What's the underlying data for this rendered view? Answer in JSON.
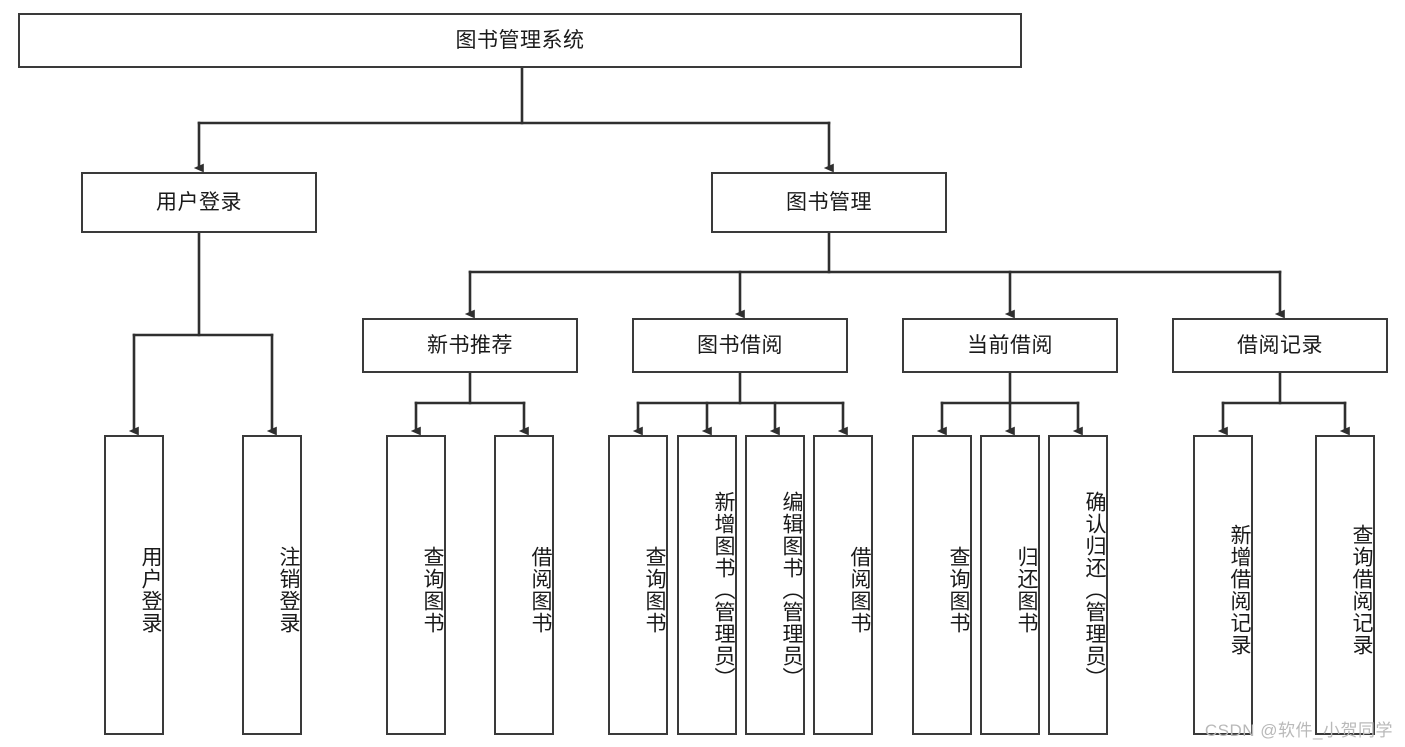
{
  "diagram": {
    "title": "图书管理系统",
    "type": "tree-hierarchy",
    "watermark": "CSDN @软件_小贺同学",
    "colors": {
      "box_border": "#3a3a3a",
      "box_fill": "#ffffff",
      "edge": "#2f2f2f",
      "text": "#1a1a1a",
      "watermark": "#b9b9b9",
      "background": "#ffffff"
    }
  },
  "nodes": {
    "root": {
      "label": "图书管理系统",
      "level": 1,
      "orientation": "horizontal"
    },
    "l2": [
      {
        "id": "user-login",
        "label": "用户登录",
        "level": 2,
        "orientation": "horizontal"
      },
      {
        "id": "book-manage",
        "label": "图书管理",
        "level": 2,
        "orientation": "horizontal"
      }
    ],
    "l3": [
      {
        "id": "new-book-recommend",
        "label": "新书推荐",
        "level": 3,
        "orientation": "horizontal"
      },
      {
        "id": "book-borrow",
        "label": "图书借阅",
        "level": 3,
        "orientation": "horizontal"
      },
      {
        "id": "current-borrow",
        "label": "当前借阅",
        "level": 3,
        "orientation": "horizontal"
      },
      {
        "id": "borrow-record",
        "label": "借阅记录",
        "level": 3,
        "orientation": "horizontal"
      }
    ],
    "leaves": [
      {
        "id": "leaf-user-login",
        "label": "用户登录",
        "parent": "user-login",
        "orientation": "vertical"
      },
      {
        "id": "leaf-logout",
        "label": "注销登录",
        "parent": "user-login",
        "orientation": "vertical"
      },
      {
        "id": "leaf-query-book-1",
        "label": "查询图书",
        "parent": "new-book-recommend",
        "orientation": "vertical"
      },
      {
        "id": "leaf-borrow-book-1",
        "label": "借阅图书",
        "parent": "new-book-recommend",
        "orientation": "vertical"
      },
      {
        "id": "leaf-query-book-2",
        "label": "查询图书",
        "parent": "book-borrow",
        "orientation": "vertical"
      },
      {
        "id": "leaf-add-book",
        "label": "新增图书（管理员）",
        "parent": "book-borrow",
        "orientation": "vertical"
      },
      {
        "id": "leaf-edit-book",
        "label": "编辑图书（管理员）",
        "parent": "book-borrow",
        "orientation": "vertical"
      },
      {
        "id": "leaf-borrow-book-2",
        "label": "借阅图书",
        "parent": "book-borrow",
        "orientation": "vertical"
      },
      {
        "id": "leaf-query-book-3",
        "label": "查询图书",
        "parent": "current-borrow",
        "orientation": "vertical"
      },
      {
        "id": "leaf-return-book",
        "label": "归还图书",
        "parent": "current-borrow",
        "orientation": "vertical"
      },
      {
        "id": "leaf-confirm-return",
        "label": "确认归还（管理员）",
        "parent": "current-borrow",
        "orientation": "vertical"
      },
      {
        "id": "leaf-add-record",
        "label": "新增借阅记录",
        "parent": "borrow-record",
        "orientation": "vertical"
      },
      {
        "id": "leaf-query-record",
        "label": "查询借阅记录",
        "parent": "borrow-record",
        "orientation": "vertical"
      }
    ]
  }
}
